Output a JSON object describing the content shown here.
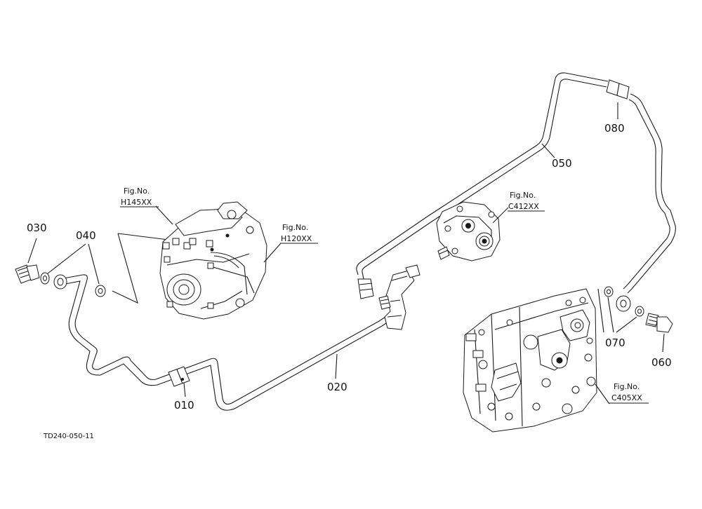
{
  "parts": {
    "p010": "010",
    "p020": "020",
    "p030": "030",
    "p040": "040",
    "p050": "050",
    "p060": "060",
    "p070": "070",
    "p080": "080"
  },
  "figure_refs": {
    "h145": {
      "title": "Fig.No.",
      "code": "H145XX"
    },
    "h120": {
      "title": "Fig.No.",
      "code": "H120XX"
    },
    "c412": {
      "title": "Fig.No.",
      "code": "C412XX"
    },
    "c405": {
      "title": "Fig.No.",
      "code": "C405XX"
    }
  },
  "drawing_code": "TD240-050-11"
}
